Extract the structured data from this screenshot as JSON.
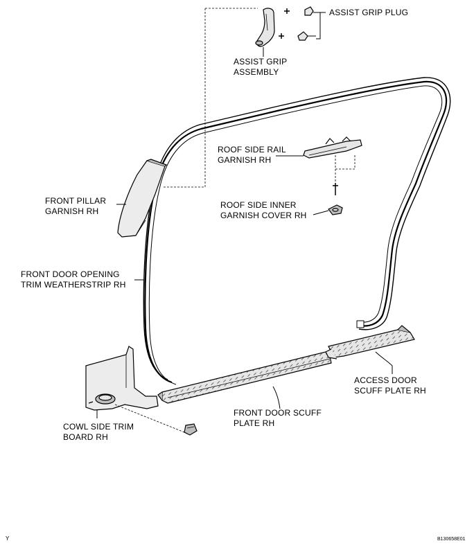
{
  "labels": {
    "assist_grip_plug": "ASSIST GRIP PLUG",
    "assist_grip_assembly_1": "ASSIST GRIP",
    "assist_grip_assembly_2": "ASSEMBLY",
    "roof_side_rail_1": "ROOF SIDE RAIL",
    "roof_side_rail_2": "GARNISH RH",
    "roof_side_inner_1": "ROOF SIDE INNER",
    "roof_side_inner_2": "GARNISH COVER RH",
    "front_pillar_1": "FRONT PILLAR",
    "front_pillar_2": "GARNISH RH",
    "weatherstrip_1": "FRONT DOOR OPENING",
    "weatherstrip_2": "TRIM WEATHERSTRIP RH",
    "access_scuff_1": "ACCESS DOOR",
    "access_scuff_2": "SCUFF PLATE RH",
    "front_scuff_1": "FRONT DOOR SCUFF",
    "front_scuff_2": "PLATE RH",
    "cowl_side_1": "COWL SIDE TRIM",
    "cowl_side_2": "BOARD RH"
  },
  "corner_mark": "Y",
  "figure_code": "B130658E01",
  "colors": {
    "line": "#000000",
    "part_fill": "#e6e6e6",
    "part_shade": "#bdbdbd",
    "background": "#ffffff"
  }
}
